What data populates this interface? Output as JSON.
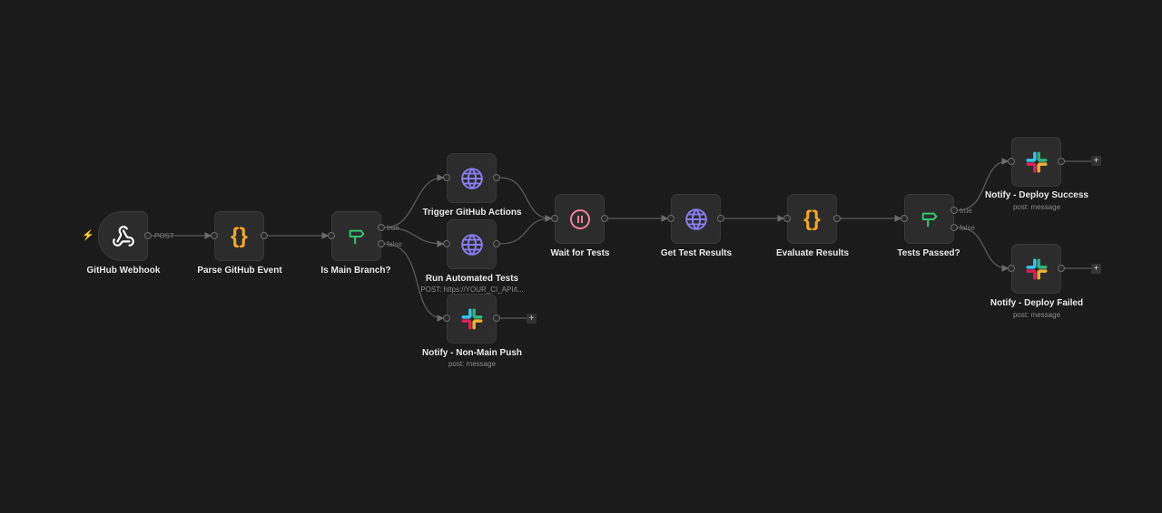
{
  "nodes": {
    "webhook": {
      "label": "GitHub Webhook",
      "icon": "webhook-icon",
      "output_label": "POST"
    },
    "parse": {
      "label": "Parse GitHub Event",
      "icon": "code-braces-icon"
    },
    "is_main": {
      "label": "Is Main Branch?",
      "icon": "signpost-icon",
      "true_label": "true",
      "false_label": "false"
    },
    "trigger_actions": {
      "label": "Trigger GitHub Actions",
      "icon": "globe-icon"
    },
    "run_tests": {
      "label": "Run Automated Tests",
      "subtitle": "POST: https://YOUR_CI_API/t...",
      "icon": "globe-icon"
    },
    "notify_non_main": {
      "label": "Notify - Non-Main Push",
      "subtitle": "post: message",
      "icon": "slack-icon"
    },
    "wait": {
      "label": "Wait for Tests",
      "icon": "pause-icon"
    },
    "get_results": {
      "label": "Get Test Results",
      "icon": "globe-icon"
    },
    "evaluate": {
      "label": "Evaluate Results",
      "icon": "code-braces-icon"
    },
    "tests_passed": {
      "label": "Tests Passed?",
      "icon": "signpost-icon",
      "true_label": "true",
      "false_label": "false"
    },
    "notify_success": {
      "label": "Notify - Deploy Success",
      "subtitle": "post: message",
      "icon": "slack-icon"
    },
    "notify_failed": {
      "label": "Notify - Deploy Failed",
      "subtitle": "post: message",
      "icon": "slack-icon"
    }
  },
  "add_button_label": "+",
  "colors": {
    "background": "#1b1b1b",
    "node": "#2c2c2c",
    "code": "#f5a623",
    "if": "#35c46a",
    "http": "#8b7cf0",
    "wait": "#f07fa0",
    "trigger_bolt": "#e0524f"
  }
}
